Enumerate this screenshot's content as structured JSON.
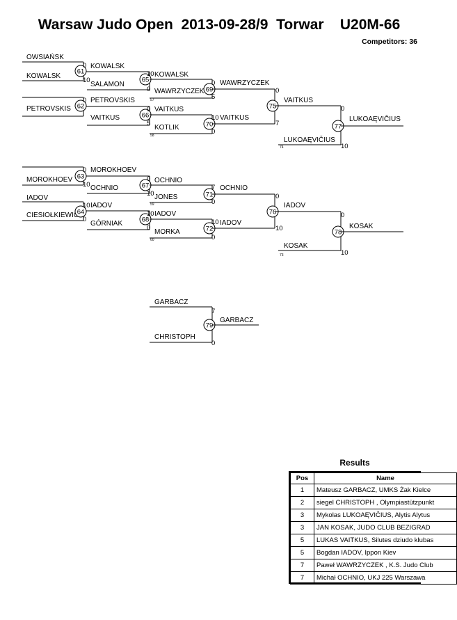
{
  "header": {
    "title": "Warsaw Judo Open  2013-09-28/9  Torwar    U20M-66",
    "competitors": "Competitors: 36"
  },
  "bracket": {
    "names": {
      "owsiansk": "OWSIAŃSK",
      "kowalsk_r0": "KOWALSK",
      "kowalsk_r1": "KOWALSK",
      "salamon": "SALAMON",
      "kowalsk_r2": "KOWALSK",
      "wawrzyczek_r2": "WAWRZYCZEK",
      "wawrzyczek_r3": "WAWRZYCZEK",
      "petrovskis_r0": "PETROVSKIS",
      "petrovskis_r1": "PETROVSKIS",
      "vaitkus_r1": "VAITKUS",
      "vaitkus_r2": "VAITKUS",
      "kotlik": "KOTLIK",
      "vaitkus_r3": "VAITKUS",
      "vaitkus_r4": "VAITKUS",
      "lukoa_r4": "LUKOAĘVIČIUS",
      "lukoa_r5": "LUKOAĘVIČIUS",
      "morokhoev_r0": "MOROKHOEV",
      "morokhoev_r1": "MOROKHOEV",
      "ochnio_r1": "OCHNIO",
      "ochnio_r2": "OCHNIO",
      "jones": "JONES",
      "ochnio_r3": "OCHNIO",
      "iadov_r0": "IADOV",
      "ciesiolkiewicz": "CIESIOŁKIEWICZ",
      "iadov_r1": "IADOV",
      "gorniak": "GÓRNIAK",
      "iadov_r2": "IADOV",
      "morka": "MORKA",
      "iadov_r3": "IADOV",
      "iadov_r4": "IADOV",
      "kosak_r4": "KOSAK",
      "kosak_r5": "KOSAK",
      "garbacz_r0": "GARBACZ",
      "christoph": "CHRISTOPH",
      "garbacz_r1": "GARBACZ"
    },
    "bouts": {
      "b61": "61",
      "b65": "65",
      "b69": "69",
      "b62": "62",
      "b66": "66",
      "b70": "70",
      "b75": "75",
      "b77": "77",
      "b63": "63",
      "b67": "67",
      "b71": "71",
      "b64": "64",
      "b68": "68",
      "b72": "72",
      "b76": "76",
      "b78": "78",
      "b79": "79"
    },
    "scores": {
      "s61a": "0",
      "s61b": "10",
      "s65a": "10",
      "s65b": "0",
      "s69a": "0",
      "s69b": "5",
      "s62a": "0",
      "s62b": "",
      "s66a": "0",
      "s66b": "5",
      "s70a": "10",
      "s70b": "0",
      "s75a": "0",
      "s75b": "7",
      "s77a": "0",
      "s77b": "10",
      "s63a": "0",
      "s63b": "10",
      "s67a": "0",
      "s67b": "10",
      "s71a": "7",
      "s71b": "0",
      "s64a": "10",
      "s64b": "0",
      "s68a": "10",
      "s68b": "0",
      "s72a": "10",
      "s72b": "0",
      "s76a": "0",
      "s76b": "10",
      "s78a": "0",
      "s78b": "10",
      "s79a": "7",
      "s79b": "0"
    },
    "tiny": {
      "t57": "57",
      "t58": "58",
      "t74": "74",
      "t59": "59",
      "t60": "60",
      "t73": "73"
    }
  },
  "results": {
    "title": "Results",
    "headers": {
      "pos": "Pos",
      "name": "Name"
    },
    "rows": [
      {
        "pos": "1",
        "name": "Mateusz GARBACZ, UMKS Żak Kielce"
      },
      {
        "pos": "2",
        "name": "siegel CHRISTOPH , Olympiastützpunkt"
      },
      {
        "pos": "3",
        "name": "Mykolas   LUKOAĘVIČIUS, Alytis Alytus"
      },
      {
        "pos": "3",
        "name": "JAN KOSAK, JUDO CLUB BEZIGRAD"
      },
      {
        "pos": "5",
        "name": "LUKAS VAITKUS, Silutes dziudo klubas"
      },
      {
        "pos": "5",
        "name": "Bogdan IADOV, Ippon Kiev"
      },
      {
        "pos": "7",
        "name": "Paweł WAWRZYCZEK , K.S. Judo Club"
      },
      {
        "pos": "7",
        "name": "Michał OCHNIO, UKJ 225 Warszawa"
      }
    ]
  }
}
